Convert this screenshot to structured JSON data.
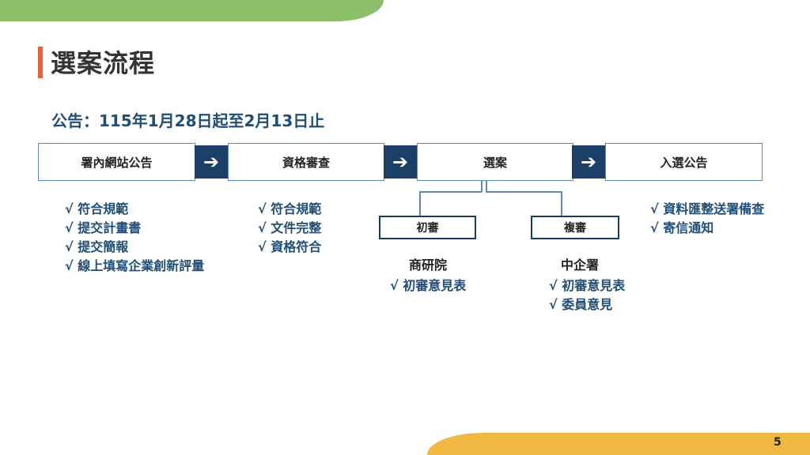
{
  "title": "選案流程",
  "subtitle": "公告：115年1月28日起至2月13日止",
  "steps": [
    {
      "label": "署內網站公告"
    },
    {
      "label": "資格審查"
    },
    {
      "label": "選案"
    },
    {
      "label": "入選公告"
    }
  ],
  "arrow_glyph": "➔",
  "step1_checks": [
    "√ 符合規範",
    "√ 提交計畫書",
    "√ 提交簡報",
    "√ 線上填寫企業創新評量"
  ],
  "step2_checks": [
    "√ 符合規範",
    "√ 文件完整",
    "√ 資格符合"
  ],
  "review": {
    "initial": {
      "label": "初審",
      "org": "商研院",
      "checks": [
        "√ 初審意見表"
      ]
    },
    "second": {
      "label": "複審",
      "org": "中企署",
      "checks": [
        "√ 初審意見表",
        "√ 委員意見"
      ]
    }
  },
  "step4_checks": [
    "√ 資料匯整送署備查",
    "√ 寄信通知"
  ],
  "page_number": "5",
  "colors": {
    "green": "#8bbf6a",
    "yellow": "#f0b840",
    "accent": "#e8603a",
    "navy": "#1a4068",
    "text_blue": "#1f4e79"
  }
}
